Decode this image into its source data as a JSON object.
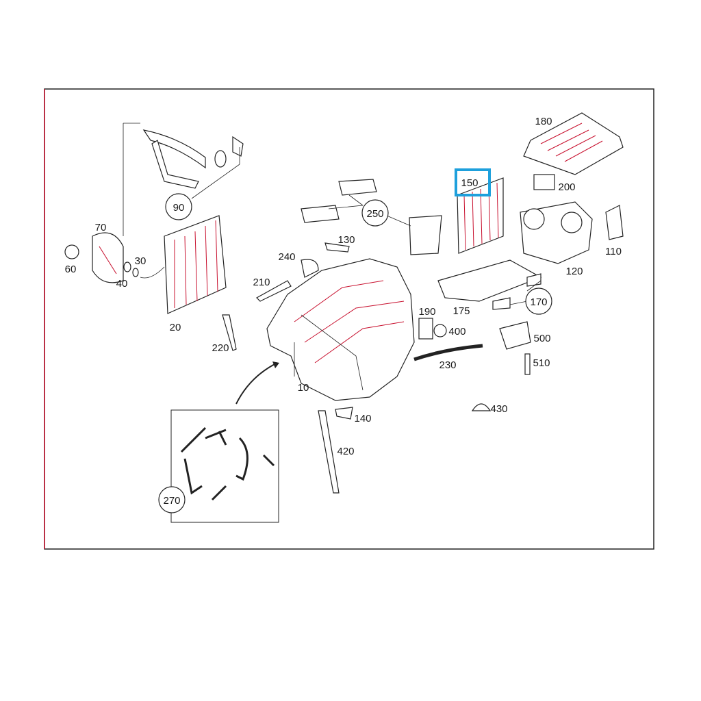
{
  "diagram": {
    "highlight_color": "#1ea0dc",
    "accent_color": "#c8102e",
    "highlighted_part": "150",
    "labels": {
      "p10": "10",
      "p20": "20",
      "p30": "30",
      "p40": "40",
      "p60": "60",
      "p70": "70",
      "p90": "90",
      "p110": "110",
      "p120": "120",
      "p130": "130",
      "p140": "140",
      "p150": "150",
      "p170": "170",
      "p175": "175",
      "p180": "180",
      "p190": "190",
      "p200": "200",
      "p210": "210",
      "p220": "220",
      "p230": "230",
      "p240": "240",
      "p250": "250",
      "p270": "270",
      "p400": "400",
      "p420": "420",
      "p430": "430",
      "p500": "500",
      "p510": "510"
    }
  }
}
